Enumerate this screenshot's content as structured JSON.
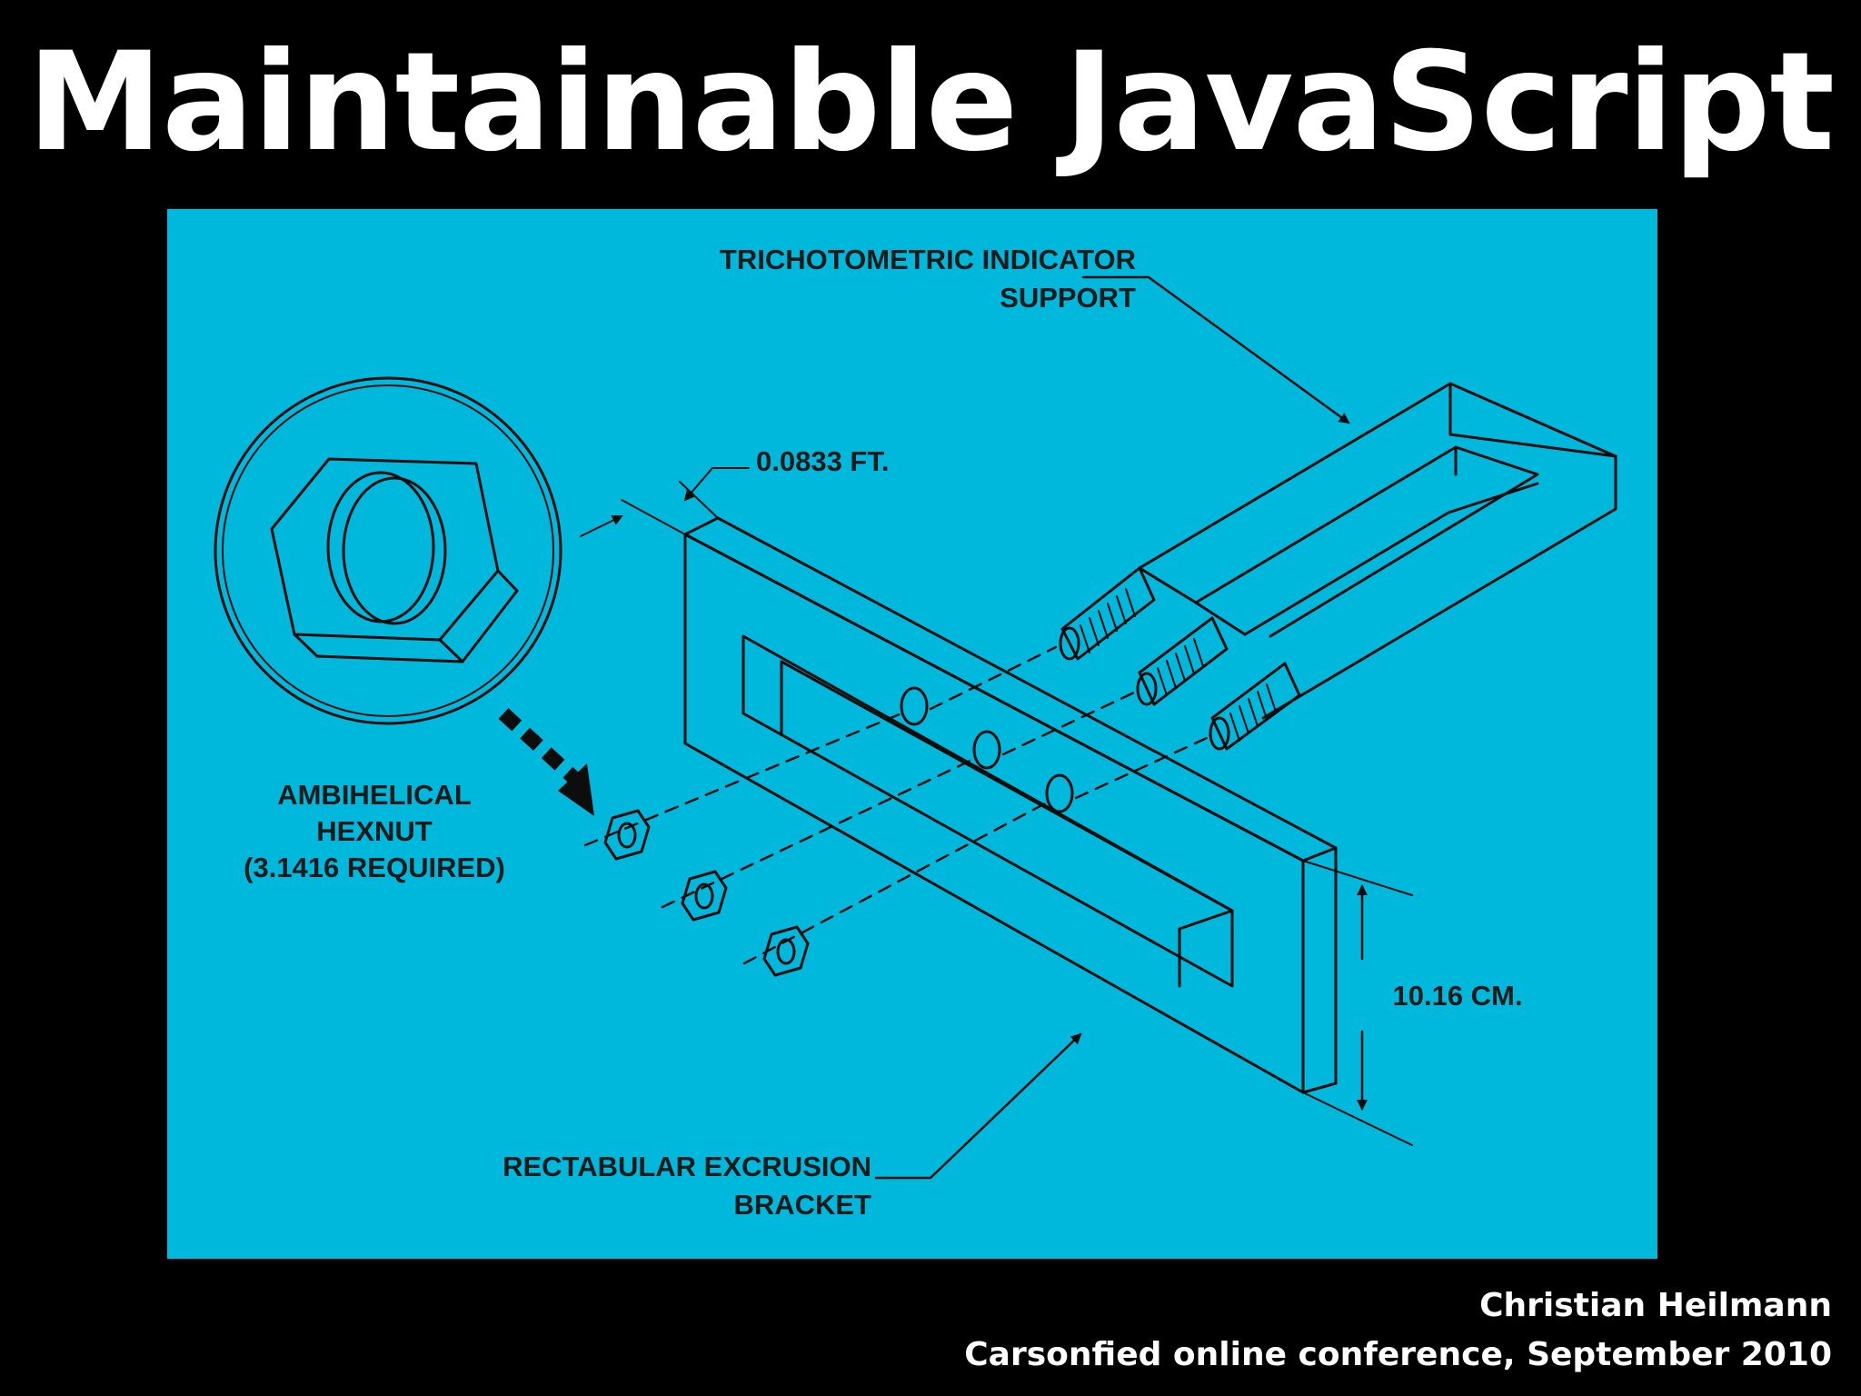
{
  "slide": {
    "title": "Maintainable JavaScript",
    "author": "Christian Heilmann",
    "event": "Carsonfied online conference, September 2010"
  },
  "diagram": {
    "background": "#00b8dc",
    "ink": "#0d0d0d",
    "labels": {
      "support_line1": "TRICHOTOMETRIC INDICATOR",
      "support_line2": "SUPPORT",
      "thickness": "0.0833 FT.",
      "hexnut_line1": "AMBIHELICAL",
      "hexnut_line2": "HEXNUT",
      "hexnut_line3": "(3.1416 REQUIRED)",
      "height": "10.16 CM.",
      "bracket_line1": "RECTABULAR EXCRUSION",
      "bracket_line2": "BRACKET"
    }
  }
}
